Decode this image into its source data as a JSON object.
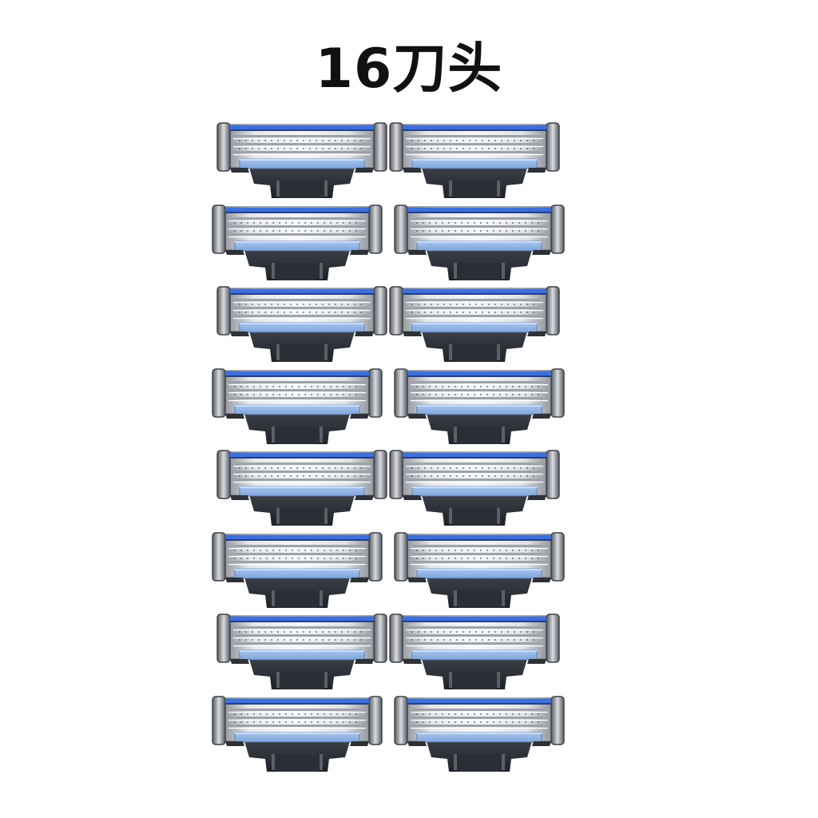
{
  "title": "16刀头",
  "product": {
    "item_icon": "razor-cartridge-icon",
    "columns": 2,
    "rows": 8,
    "count": 16
  },
  "colors": {
    "background": "#ffffff",
    "title": "#111111",
    "accent_blue": "#3f6fd8",
    "lubricant_strip": "#8fb4e6",
    "frame_silver": "#c9ccd1",
    "base_dark": "#2b2f36"
  }
}
